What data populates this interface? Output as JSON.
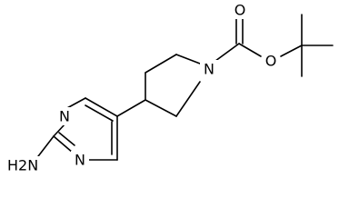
{
  "molecule": {
    "atom_labels": {
      "ring_nitrogen_upper": "N",
      "ring_nitrogen_lower": "N",
      "amine": "H2N",
      "piperidine_nitrogen": "N",
      "ether_oxygen": "O",
      "carbonyl_oxygen": "O"
    }
  }
}
